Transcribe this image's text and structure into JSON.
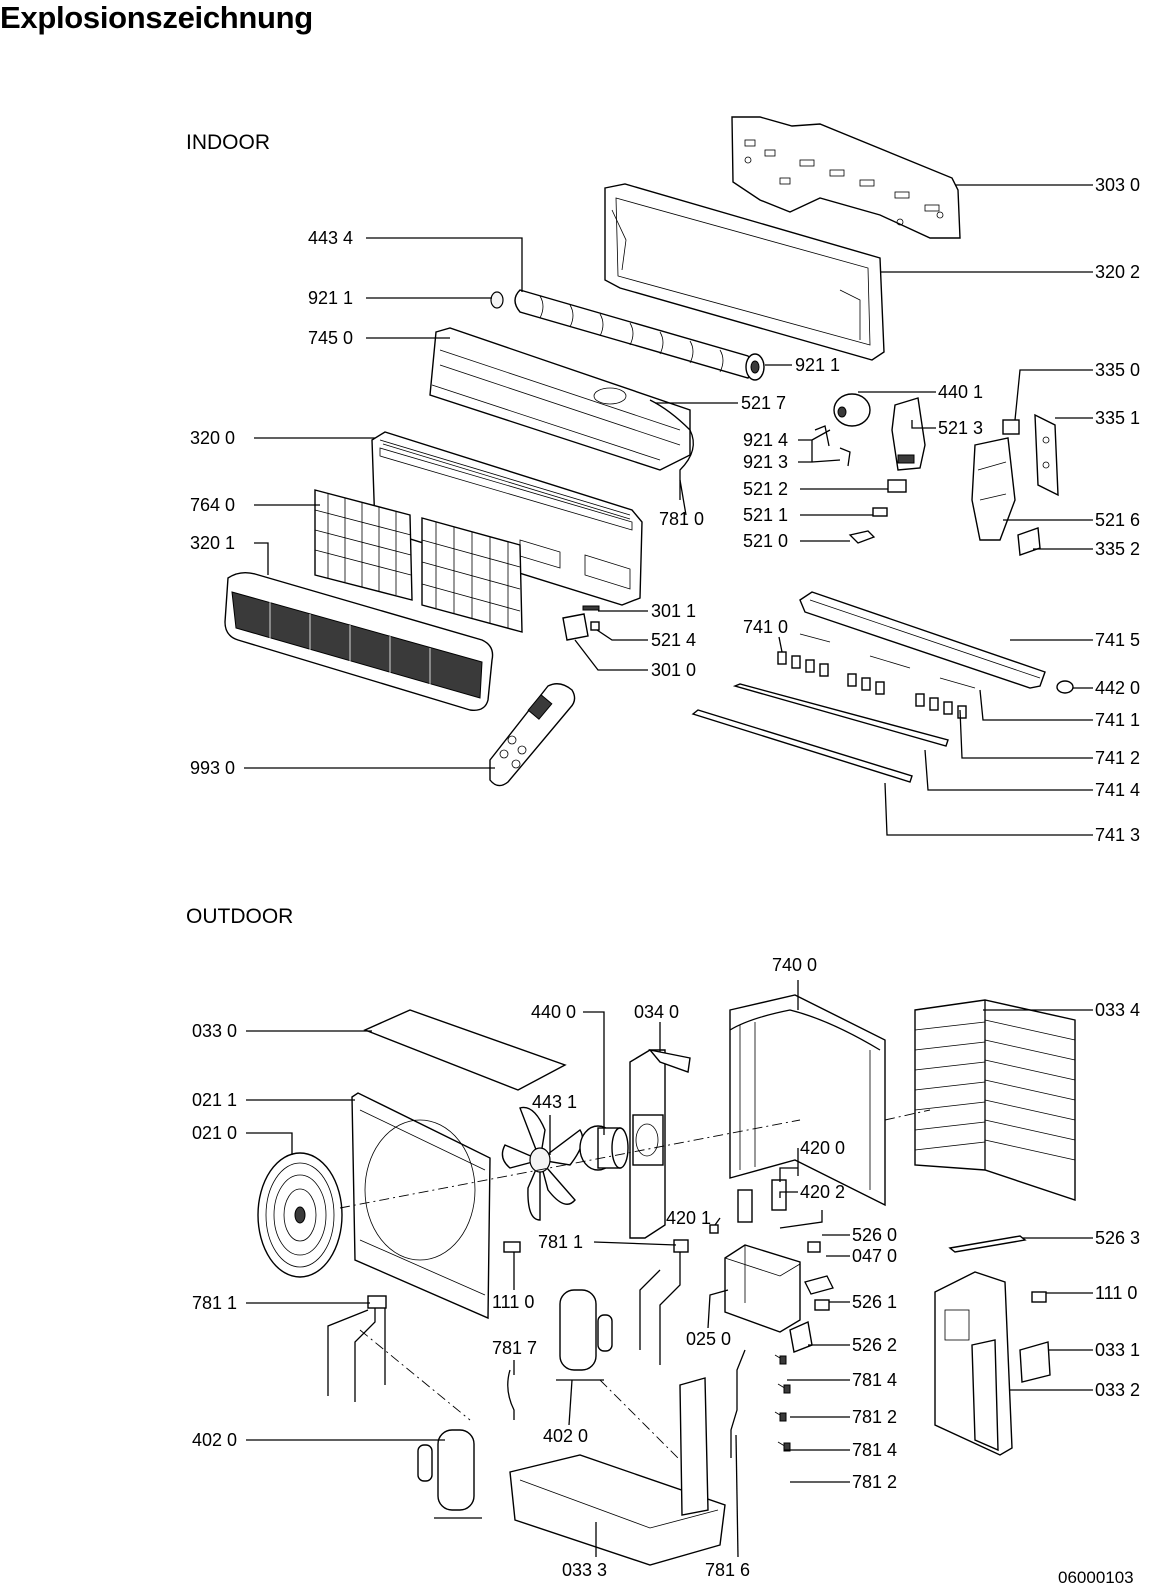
{
  "title": "Explosionszeichnung",
  "sections": {
    "indoor": "INDOOR",
    "outdoor": "OUTDOOR"
  },
  "doc_number": "06000103",
  "labels": {
    "l3030": "303 0",
    "l3202": "320 2",
    "l4434": "443 4",
    "l9211a": "921 1",
    "l9211b": "921 1",
    "l7450": "745 0",
    "l5217": "521 7",
    "l4401": "440 1",
    "l3350": "335 0",
    "l3351": "335 1",
    "l5213": "521 3",
    "l3200": "320 0",
    "l9214": "921 4",
    "l9213": "921 3",
    "l5212": "521 2",
    "l7810": "781 0",
    "l7640": "764 0",
    "l5211": "521 1",
    "l5216": "521 6",
    "l5210": "521 0",
    "l3352": "335 2",
    "l3201": "320 1",
    "l3011": "301 1",
    "l7410": "741 0",
    "l5214": "521 4",
    "l7415": "741 5",
    "l3010": "301 0",
    "l4420": "442 0",
    "l7411": "741 1",
    "l7412": "741 2",
    "l9930": "993 0",
    "l7414": "741 4",
    "l7413": "741 3",
    "l7400": "740 0",
    "l0330": "033 0",
    "l4400": "440 0",
    "l0340": "034 0",
    "l0334": "033 4",
    "l0211": "021 1",
    "l4431": "443 1",
    "l0210": "021 0",
    "l4200": "420 0",
    "l4202": "420 2",
    "l4201": "420 1",
    "l5260": "526 0",
    "l5263": "526 3",
    "l7811a": "781 1",
    "l0470": "047 0",
    "l7811b": "781 1",
    "l1110a": "111 0",
    "l5261": "526 1",
    "l1110b": "111 0",
    "l0250": "025 0",
    "l5262": "526 2",
    "l0331": "033 1",
    "l7817": "781 7",
    "l7814a": "781 4",
    "l0332": "033 2",
    "l4020a": "402 0",
    "l7812a": "781 2",
    "l7814b": "781 4",
    "l4020b": "402 0",
    "l7812b": "781 2",
    "l0333": "033 3",
    "l7816": "781 6"
  }
}
